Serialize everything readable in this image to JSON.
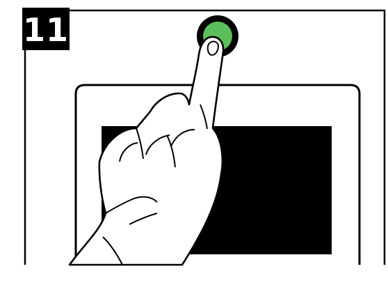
{
  "step": {
    "number": "11"
  },
  "illustration": {
    "button_icon": "green-circle-button",
    "hand_icon": "pointing-hand",
    "device_icon": "tablet-screen"
  },
  "colors": {
    "button_fill": "#5cc05a",
    "outline": "#000000",
    "screen": "#000000",
    "background": "#ffffff"
  }
}
